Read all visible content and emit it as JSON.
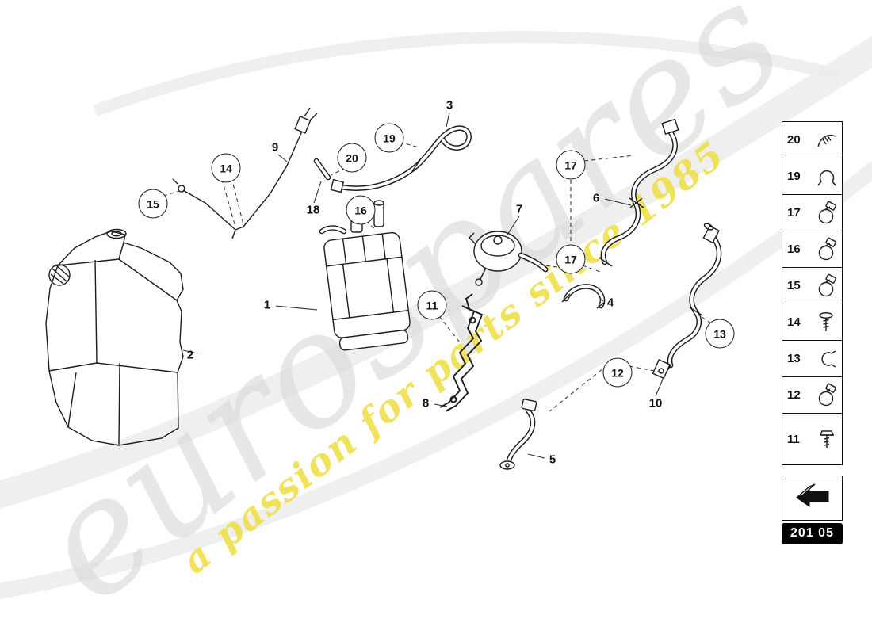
{
  "watermark": {
    "brand": "eurospares",
    "tagline": "a passion for parts since 1985"
  },
  "footer": {
    "code": "201 05"
  },
  "sidebar": {
    "items": [
      {
        "num": "20",
        "icon": "cable-clip-icon"
      },
      {
        "num": "19",
        "icon": "spring-clip-icon"
      },
      {
        "num": "17",
        "icon": "hose-clamp-icon"
      },
      {
        "num": "16",
        "icon": "hose-clamp-icon"
      },
      {
        "num": "15",
        "icon": "hose-clamp-icon"
      },
      {
        "num": "14",
        "icon": "screw-icon"
      },
      {
        "num": "13",
        "icon": "retaining-clip-icon"
      },
      {
        "num": "12",
        "icon": "hose-clamp-icon"
      },
      {
        "num": "11",
        "icon": "bolt-icon"
      }
    ]
  },
  "callouts": {
    "c1": "1",
    "c2": "2",
    "c3": "3",
    "c4": "4",
    "c5": "5",
    "c6": "6",
    "c7": "7",
    "c8": "8",
    "c9": "9",
    "c10": "10",
    "c11": "11",
    "c12": "12",
    "c13": "13",
    "c14": "14",
    "c15": "15",
    "c16": "16",
    "c17": "17",
    "c18": "18",
    "c19": "19",
    "c20": "20"
  }
}
